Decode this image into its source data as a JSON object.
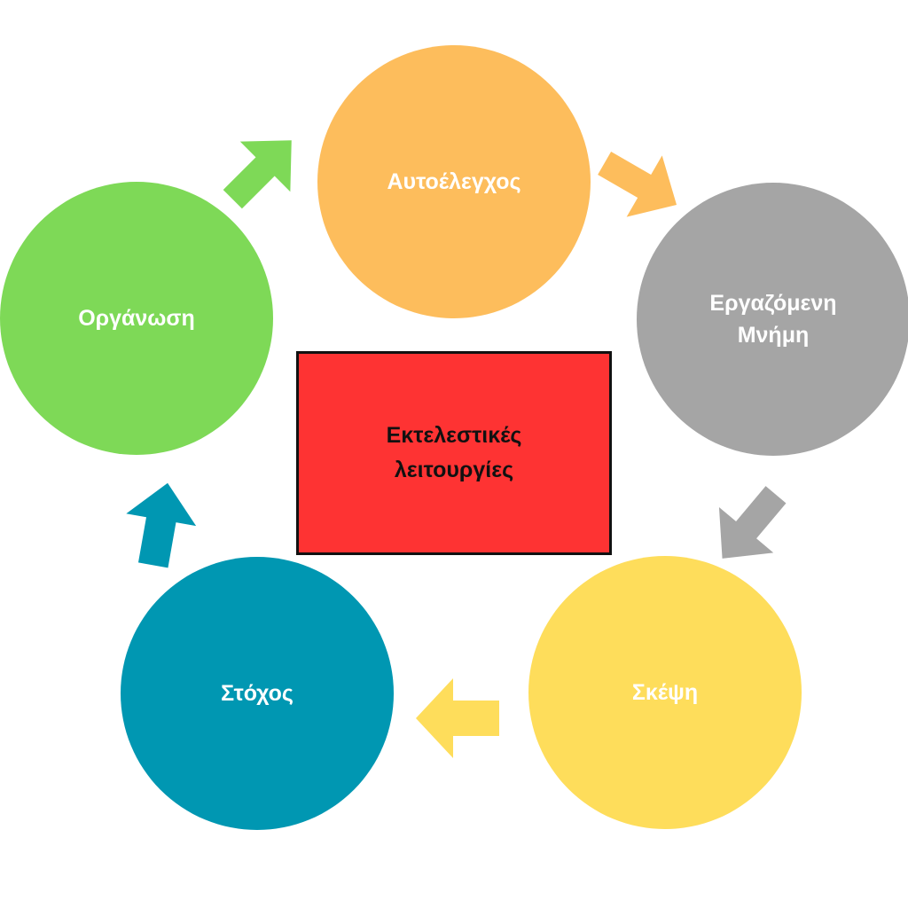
{
  "center": {
    "line1": "Εκτελεστικές",
    "line2": "λειτουργίες",
    "color": "#fe3333"
  },
  "nodes": {
    "self_control": {
      "label": "Αυτοέλεγχος",
      "color": "#fdbd5c"
    },
    "working_memory": {
      "line1": "Εργαζόμενη",
      "line2": "Μνήμη",
      "color": "#a5a5a5"
    },
    "thinking": {
      "label": "Σκέψη",
      "color": "#fedd5b"
    },
    "goal": {
      "label": "Στόχος",
      "color": "#0097b2"
    },
    "organization": {
      "label": "Οργάνωση",
      "color": "#7ed957"
    }
  },
  "arrows": [
    {
      "from": "organization",
      "to": "self_control",
      "color": "#7ed957",
      "icon": "arrow-icon"
    },
    {
      "from": "self_control",
      "to": "working_memory",
      "color": "#fdbd5c",
      "icon": "arrow-icon"
    },
    {
      "from": "working_memory",
      "to": "thinking",
      "color": "#a5a5a5",
      "icon": "arrow-icon"
    },
    {
      "from": "thinking",
      "to": "goal",
      "color": "#fedd5b",
      "icon": "arrow-icon"
    },
    {
      "from": "goal",
      "to": "organization",
      "color": "#0097b2",
      "icon": "arrow-icon"
    }
  ]
}
